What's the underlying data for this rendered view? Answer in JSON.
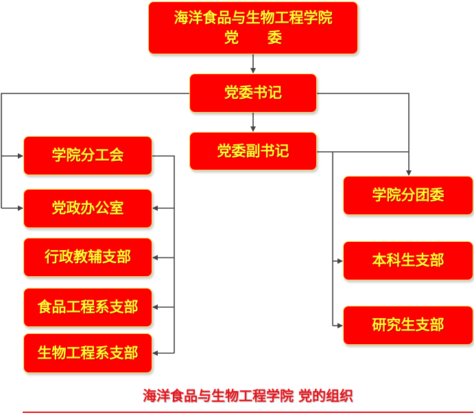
{
  "top": {
    "line1": "海洋食品与生物工程学院",
    "line2": "党　　委"
  },
  "secretary": "党委书记",
  "deputy_secretary": "党委副书记",
  "left_units": [
    "学院分工会",
    "党政办公室",
    "行政教辅支部",
    "食品工程系支部",
    "生物工程系支部"
  ],
  "right_units": [
    "学院分团委",
    "本科生支部",
    "研究生支部"
  ],
  "caption": "海洋食品与生物工程学院 党的组织",
  "colors": {
    "box": "#ff0000",
    "text": "#ffff33",
    "caption": "#e8141c",
    "line": "#444444"
  }
}
